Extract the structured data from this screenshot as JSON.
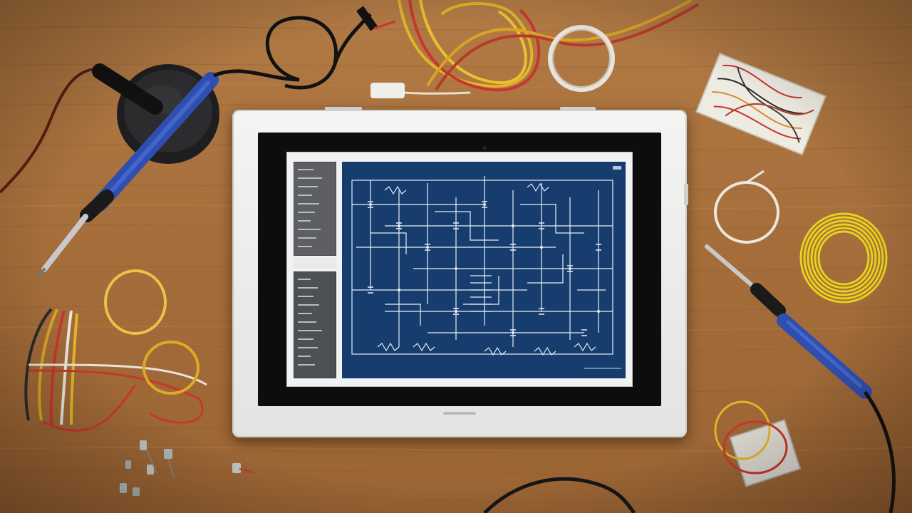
{
  "scene": {
    "surface": "wooden-workbench",
    "colors": {
      "wood": "#a8733f",
      "tablet": "#efefed",
      "bezel": "#0d0d0f",
      "blueprint": "#163d6e",
      "schematic_line": "#e8eef7",
      "iron_handle": "#2f4fb0"
    },
    "objects": [
      "soldering-iron-in-stand",
      "soldering-iron",
      "tablet-showing-schematic",
      "wire-bundles",
      "wire-coils",
      "breadboard-with-wires",
      "electronic-components"
    ]
  }
}
